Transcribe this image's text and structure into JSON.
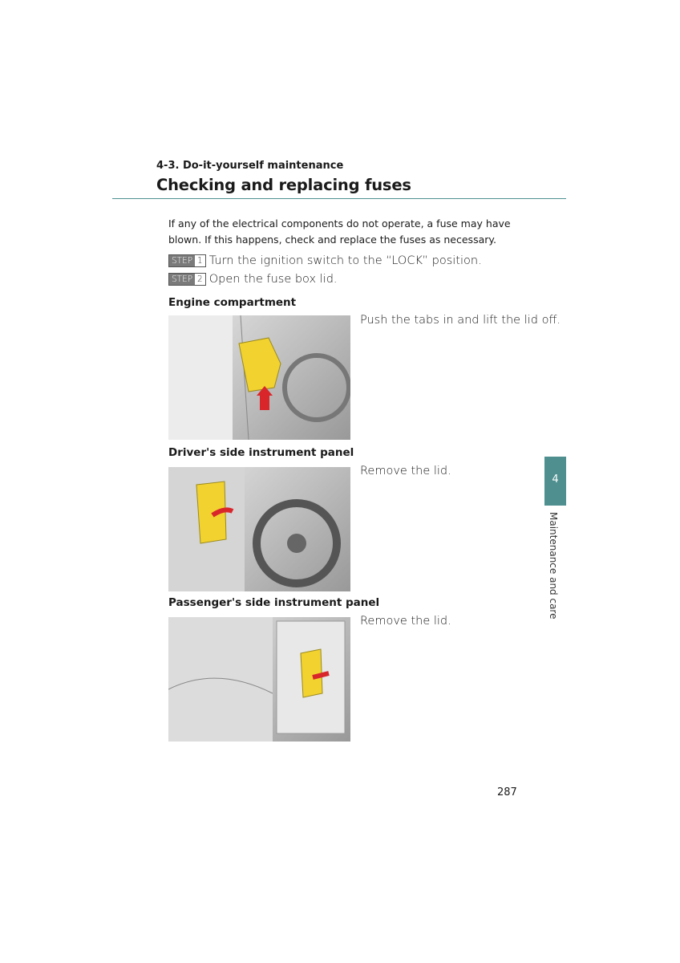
{
  "header": {
    "section": "4-3. Do-it-yourself maintenance",
    "title": "Checking and replacing fuses"
  },
  "intro": "If any of the electrical components do not operate, a fuse may have blown. If this happens, check and replace the fuses as necessary.",
  "steps": [
    {
      "badge": "STEP",
      "num": "1",
      "text": "Turn the ignition switch to the “LOCK” position."
    },
    {
      "badge": "STEP",
      "num": "2",
      "text": "Open the fuse box lid."
    }
  ],
  "locations": [
    {
      "heading": "Engine compartment",
      "note": "Push the tabs in and lift the lid off."
    },
    {
      "heading": "Driver's side instrument panel",
      "note": "Remove the lid."
    },
    {
      "heading": "Passenger's side instrument panel",
      "note": "Remove the lid."
    }
  ],
  "side_tab": {
    "number": "4",
    "label": "Maintenance and care"
  },
  "page_number": "287",
  "colors": {
    "accent": "#4f8f8f",
    "fuse_box": "#f2d22e",
    "arrow": "#d8262b"
  }
}
